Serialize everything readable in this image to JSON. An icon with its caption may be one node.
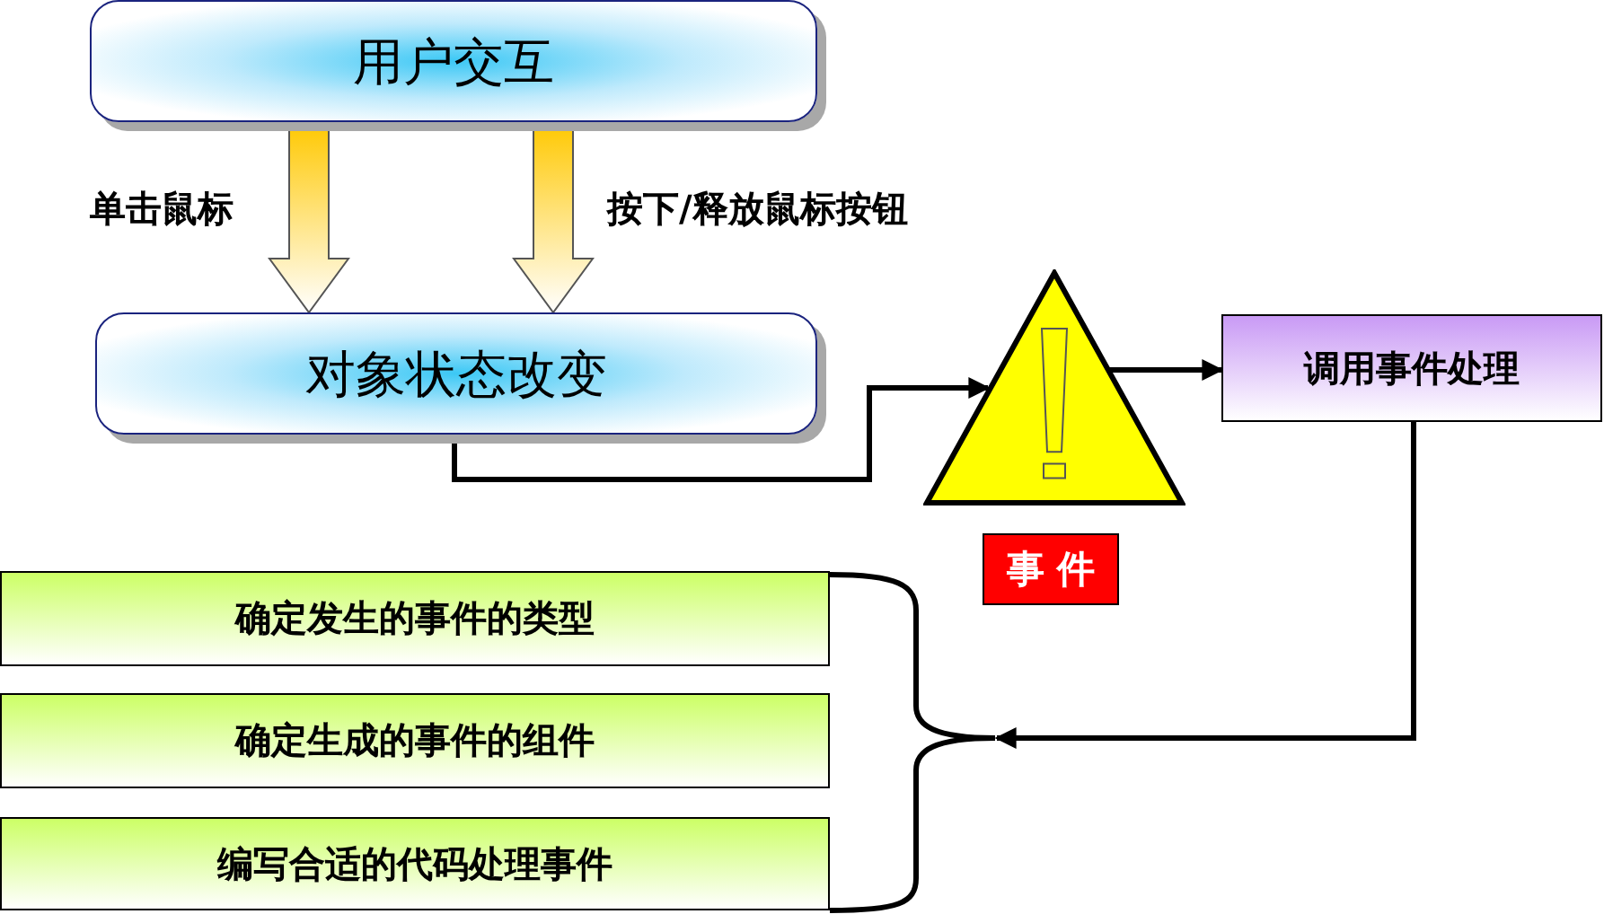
{
  "diagram": {
    "nodes": [
      {
        "text": [
          "用户交互"
        ]
      },
      {
        "text": [
          "对象状态改变"
        ]
      },
      {
        "text": [],
        "shape": "triangle"
      },
      {
        "text": [
          "事 件"
        ]
      },
      {
        "text": [
          "调用事件处理"
        ]
      },
      {
        "text": [
          "确定发生的事件的类型"
        ]
      },
      {
        "text": [
          "确定生成的事件的组件"
        ]
      },
      {
        "text": [
          "编写合适的代码处理事件"
        ]
      },
      {
        "text": [],
        "shape": "brace"
      }
    ],
    "edges": [
      {
        "from": 0,
        "to": 1,
        "arrow": "to",
        "label": "单击鼠标",
        "style": "thick"
      },
      {
        "from": 0,
        "to": 1,
        "arrow": "to",
        "label": "按下/释放鼠标按钮",
        "style": "thick"
      },
      {
        "from": 1,
        "to": 2,
        "arrow": "to"
      },
      {
        "from": 2,
        "to": 4,
        "arrow": "to"
      },
      {
        "from": 4,
        "to": 8,
        "arrow": "to"
      }
    ]
  }
}
